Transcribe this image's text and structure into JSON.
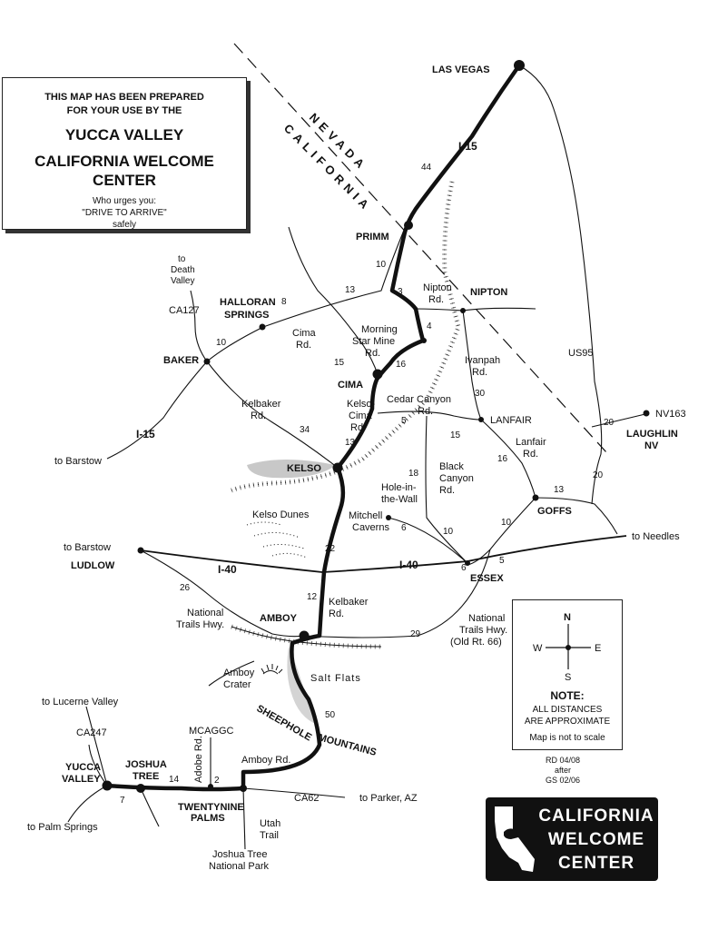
{
  "info_box": {
    "line1": "THIS MAP HAS BEEN PREPARED",
    "line2": "FOR YOUR USE BY THE",
    "title1": "YUCCA VALLEY",
    "title2": "CALIFORNIA WELCOME CENTER",
    "urge1": "Who urges you:",
    "urge2": "\"DRIVE TO ARRIVE\"",
    "urge3": "safely"
  },
  "border": {
    "state1": "NEVADA",
    "state2": "CALIFORNIA"
  },
  "cities": {
    "las_vegas": "LAS VEGAS",
    "primm": "PRIMM",
    "nipton": "NIPTON",
    "halloran": [
      "HALLORAN",
      "SPRINGS"
    ],
    "baker": "BAKER",
    "cima": "CIMA",
    "kelso": "KELSO",
    "lanfair": "LANFAIR",
    "goffs": "GOFFS",
    "laughlin": [
      "LAUGHLIN",
      "NV"
    ],
    "ludlow": "LUDLOW",
    "essex": "ESSEX",
    "amboy": "AMBOY",
    "yucca_valley": [
      "YUCCA",
      "VALLEY"
    ],
    "joshua_tree": [
      "JOSHUA",
      "TREE"
    ],
    "twentynine_palms": [
      "TWENTYNINE",
      "PALMS"
    ]
  },
  "highways": {
    "i15_north": "I-15",
    "i15_south": "I-15",
    "i40_west": "I-40",
    "i40_east": "I-40",
    "us95": "US95",
    "nv163": "NV163",
    "ca127": "CA127",
    "ca247": "CA247",
    "ca62": "CA62"
  },
  "roads": {
    "nipton_rd": [
      "Nipton",
      "Rd."
    ],
    "morning_star": [
      "Morning",
      "Star Mine",
      "Rd."
    ],
    "cima_rd": [
      "Cima",
      "Rd."
    ],
    "ivanpah": [
      "Ivanpah",
      "Rd."
    ],
    "kelbaker_n": [
      "Kelbaker",
      "Rd."
    ],
    "kelso_cima": [
      "Kelso-",
      "Cima",
      "Rd."
    ],
    "cedar_canyon": [
      "Cedar Canyon",
      "Rd."
    ],
    "lanfair_rd": [
      "Lanfair",
      "Rd."
    ],
    "hole_in_wall": [
      "Hole-in-",
      "the-Wall"
    ],
    "black_canyon": [
      "Black",
      "Canyon",
      "Rd."
    ],
    "mitchell": [
      "Mitchell",
      "Caverns"
    ],
    "kelso_dunes": "Kelso Dunes",
    "kelbaker_s": [
      "Kelbaker",
      "Rd."
    ],
    "nt_hwy_w": [
      "National",
      "Trails Hwy."
    ],
    "nt_hwy_e": [
      "National",
      "Trails Hwy.",
      "(Old Rt. 66)"
    ],
    "amboy_crater": [
      "Amboy",
      "Crater"
    ],
    "salt_flats": "Salt Flats",
    "sheephole": "SHEEPHOLE",
    "mountains": "MOUNTAINS",
    "mcaggc": "MCAGGC",
    "adobe_rd": "Adobe Rd.",
    "amboy_rd": "Amboy Rd.",
    "utah_trail": [
      "Utah",
      "Trail"
    ]
  },
  "destinations": {
    "death_valley": [
      "to",
      "Death",
      "Valley"
    ],
    "barstow_1": "to Barstow",
    "barstow_2": "to Barstow",
    "needles": "to Needles",
    "lucerne": "to Lucerne Valley",
    "palm_springs": "to Palm Springs",
    "parker": "to Parker, AZ",
    "jt_park": [
      "Joshua Tree",
      "National Park"
    ]
  },
  "distances": {
    "d44": "44",
    "d10a": "10",
    "d3": "3",
    "d13a": "13",
    "d8": "8",
    "d10b": "10",
    "d4": "4",
    "d15a": "15",
    "d16a": "16",
    "d30": "30",
    "d34": "34",
    "d13b": "13",
    "d5a": "5",
    "d15b": "15",
    "d16b": "16",
    "d20a": "20",
    "d20b": "20",
    "d13c": "13",
    "d18": "18",
    "d6a": "6",
    "d10c": "10",
    "d10d": "10",
    "d5b": "5",
    "d6b": "6",
    "d22": "22",
    "d26": "26",
    "d12": "12",
    "d29": "29",
    "d50": "50",
    "d7": "7",
    "d14": "14",
    "d2": "2"
  },
  "note": {
    "north": "N",
    "south": "S",
    "east": "E",
    "west": "W",
    "title": "NOTE:",
    "text1": "ALL DISTANCES",
    "text2": "ARE APPROXIMATE",
    "scale": "Map is not to scale"
  },
  "revision": [
    "RD 04/08",
    "after",
    "GS 02/06"
  ],
  "logo": [
    "CALIFORNIA",
    "WELCOME",
    "CENTER"
  ]
}
